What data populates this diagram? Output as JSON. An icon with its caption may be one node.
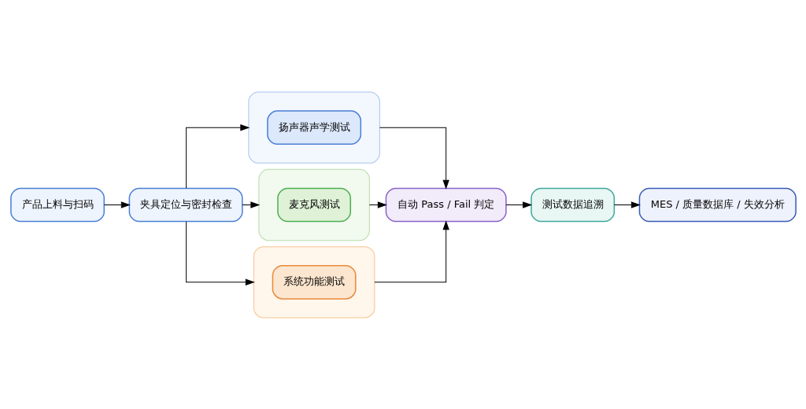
{
  "diagram": {
    "nodes": [
      {
        "text": [
          "产品上料与扫码"
        ]
      },
      {
        "text": [
          "夹具定位与密封检查"
        ]
      },
      {
        "text": [],
        "shape": "box"
      },
      {
        "text": [
          "扬声器声学测试"
        ],
        "in": 2
      },
      {
        "text": [],
        "shape": "box"
      },
      {
        "text": [
          "麦克风测试"
        ],
        "in": 4
      },
      {
        "text": [],
        "shape": "box"
      },
      {
        "text": [
          "系统功能测试"
        ],
        "in": 6
      },
      {
        "text": [
          "自动 Pass / Fail 判定"
        ]
      },
      {
        "text": [
          "测试数据追溯"
        ]
      },
      {
        "text": [
          "MES / 质量数据库 / 失效分析"
        ]
      }
    ],
    "edges": [
      {
        "from": 0,
        "to": 1,
        "arrow": "to"
      },
      {
        "from": 1,
        "to": 2,
        "arrow": "to"
      },
      {
        "from": 1,
        "to": 4,
        "arrow": "to"
      },
      {
        "from": 1,
        "to": 6,
        "arrow": "to"
      },
      {
        "from": 2,
        "to": 8,
        "arrow": "to"
      },
      {
        "from": 4,
        "to": 8,
        "arrow": "to"
      },
      {
        "from": 6,
        "to": 8,
        "arrow": "to"
      },
      {
        "from": 8,
        "to": 9,
        "arrow": "to"
      },
      {
        "from": 9,
        "to": 10,
        "arrow": "to"
      }
    ]
  }
}
